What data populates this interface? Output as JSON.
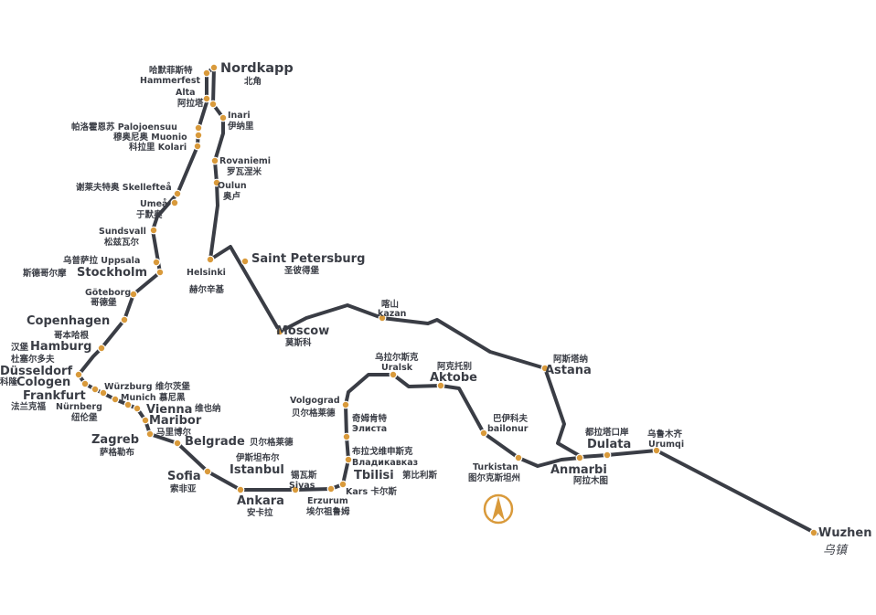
{
  "map": {
    "colors": {
      "route": "#3a3d45",
      "stop": "#d99a3b",
      "compass": "#d99a3b"
    },
    "compass_icon": "north-arrow-compass",
    "labels": {
      "nordkapp": "Nordkapp",
      "nordkapp_cn": "北角",
      "hammerfest_cn": "哈默菲斯特",
      "hammerfest": "Hammerfest",
      "alta": "Alta",
      "alta_cn": "阿拉塔",
      "inari": "Inari",
      "inari_cn": "伊纳里",
      "palojoensuu": "帕洛霍恩苏 Palojoensuu",
      "muonio": "穆奥尼奥 Muonio",
      "kolari": "科拉里 Kolari",
      "rovaniemi": "Rovaniemi",
      "rovaniemi_cn": "罗瓦涅米",
      "oulun": "Oulun",
      "oulun_cn": "奥卢",
      "skelleftea": "谢莱夫特奥 Skellefteå",
      "umea": "Umeå",
      "umea_cn": "于默奥",
      "sundsvall": "Sundsvall",
      "sundsvall_cn": "松兹瓦尔",
      "uppsala": "乌普萨拉 Uppsala",
      "stockholm_cn": "斯德哥尔摩",
      "stockholm": "Stockholm",
      "helsinki": "Helsinki",
      "helsinki_cn": "赫尔辛基",
      "stpetersburg": "Saint Petersburg",
      "stpetersburg_cn": "圣彼得堡",
      "goteborg": "Göteborg",
      "goteborg_cn": "哥德堡",
      "copenhagen": "Copenhagen",
      "copenhagen_cn": "哥本哈根",
      "hamburg_cn": "汉堡",
      "hamburg": "Hamburg",
      "dusseldorf_cn": "杜塞尔多夫",
      "dusseldorf": "Düsseldorf",
      "cologne_cn": "科隆",
      "cologne": "Cologen",
      "frankfurt": "Frankfurt",
      "frankfurt_cn": "法兰克福",
      "nurnberg": "Nürnberg",
      "nurnberg_cn": "纽伦堡",
      "wurzburg": "Würzburg 维尔茨堡",
      "munich": "Munich 慕尼黑",
      "vienna": "Vienna",
      "vienna_cn": "维也纳",
      "maribor": "Maribor",
      "maribor_cn": "马里博尔",
      "zagreb": "Zagreb",
      "zagreb_cn": "萨格勒布",
      "belgrade": "Belgrade",
      "belgrade_cn": "贝尔格莱德",
      "sofia": "Sofia",
      "sofia_cn": "索非亚",
      "istanbul_cn": "伊斯坦布尔",
      "istanbul": "Istanbul",
      "ankara": "Ankara",
      "ankara_cn": "安卡拉",
      "sivas_cn": "锡瓦斯",
      "sivas": "Sivas",
      "erzurum": "Erzurum",
      "erzurum_cn": "埃尔祖鲁姆",
      "kars": "Kars 卡尔斯",
      "tbilisi": "Tbilisi",
      "tbilisi_cn": "第比利斯",
      "vladikavkaz_cn": "布拉戈维申斯克",
      "vladikavkaz": "Владикавказ",
      "elista_cn": "奇姆肯特",
      "elista": "Элиста",
      "volgograd": "Volgograd",
      "volgograd_cn": "贝尔格莱德",
      "moscow": "Moscow",
      "moscow_cn": "莫斯科",
      "kazan_cn": "喀山",
      "kazan": "kazan",
      "uralsk_cn": "乌拉尔斯克",
      "uralsk": "Uralsk",
      "aktobe_cn": "阿克托别",
      "aktobe": "Aktobe",
      "astana_cn": "阿斯塔纳",
      "astana": "Astana",
      "bailonur_cn": "巴伊科夫",
      "bailonur": "bailonur",
      "turkistan": "Turkistan",
      "turkistan_cn": "图尔克斯坦州",
      "anmarbi": "Anmarbi",
      "anmarbi_cn": "阿拉木图",
      "dulata_cn": "都拉塔口岸",
      "dulata": "Dulata",
      "urumqi_cn": "乌鲁木齐",
      "urumqi": "Urumqi",
      "wuzhen": "Wuzhen",
      "wuzhen_cn": "乌镇"
    }
  }
}
